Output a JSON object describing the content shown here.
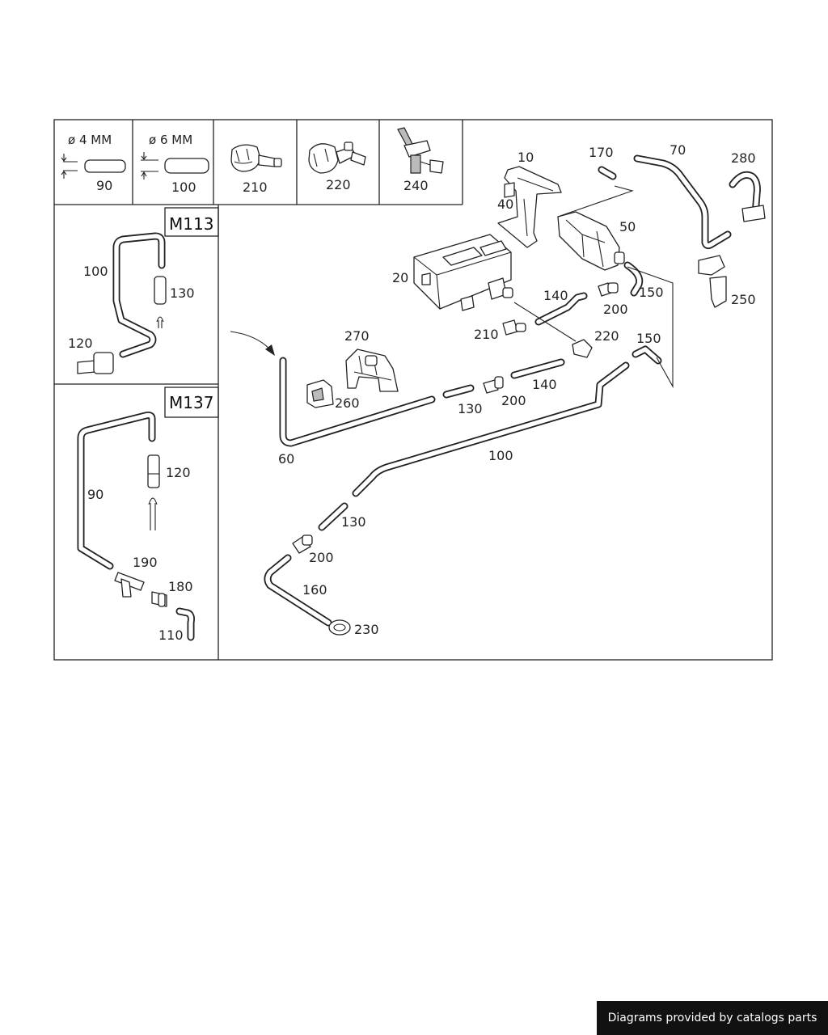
{
  "legend": {
    "cell1": {
      "dim": "ø 4 MM",
      "number": "90"
    },
    "cell2": {
      "dim": "ø 6 MM",
      "number": "100"
    },
    "cell3": {
      "number": "210"
    },
    "cell4": {
      "number": "220"
    },
    "cell5": {
      "number": "240"
    }
  },
  "variants": {
    "m113": {
      "title": "M113",
      "labels": {
        "l100": "100",
        "l130": "130",
        "l120": "120"
      }
    },
    "m137": {
      "title": "M137",
      "labels": {
        "l90": "90",
        "l120": "120",
        "l190": "190",
        "l180": "180",
        "l110": "110"
      }
    }
  },
  "callouts": {
    "c10": "10",
    "c40": "40",
    "c20": "20",
    "c50": "50",
    "c170": "170",
    "c70": "70",
    "c280": "280",
    "c250": "250",
    "c150a": "150",
    "c200a": "200",
    "c140a": "140",
    "c210": "210",
    "c220": "220",
    "c150b": "150",
    "c270": "270",
    "c260": "260",
    "c130a": "130",
    "c200b": "200",
    "c140b": "140",
    "c60": "60",
    "c100": "100",
    "c130b": "130",
    "c200c": "200",
    "c160": "160",
    "c230": "230"
  },
  "footer": {
    "text": "Diagrams provided by catalogs parts"
  }
}
